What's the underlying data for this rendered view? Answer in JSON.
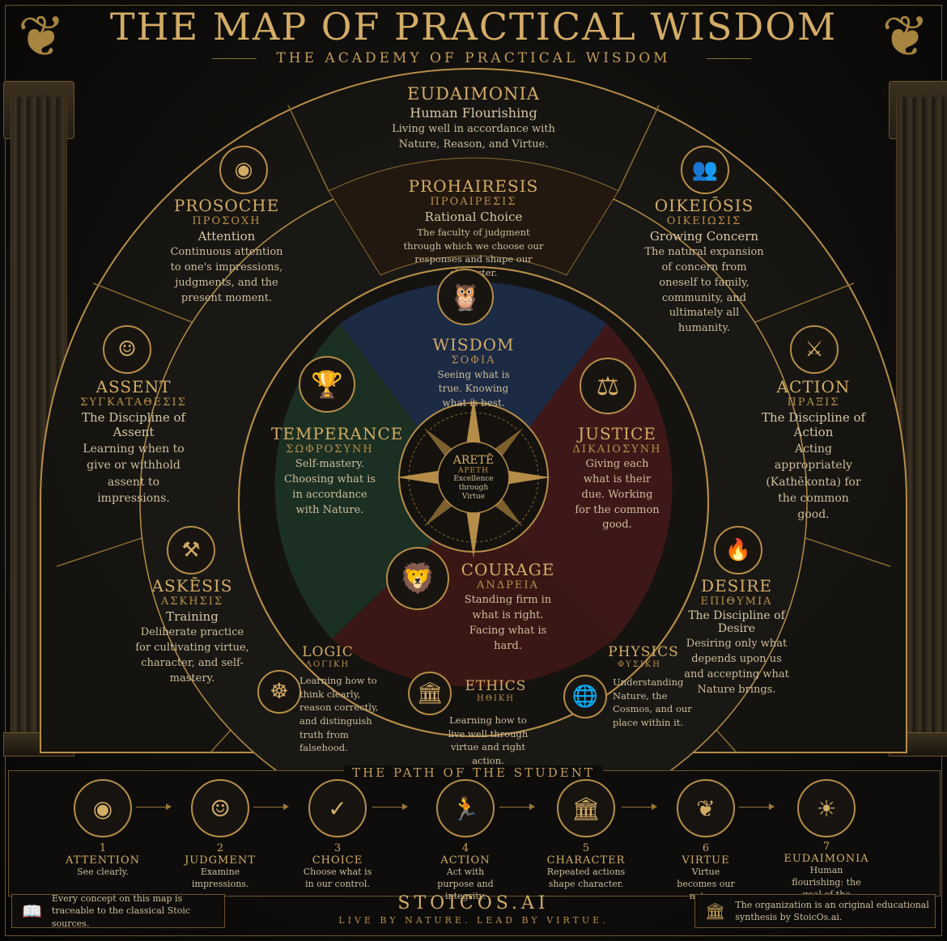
{
  "header": {
    "title": "THE MAP OF PRACTICAL WISDOM",
    "subtitle": "THE ACADEMY OF PRACTICAL WISDOM"
  },
  "center": {
    "title": "ARETĒ",
    "greek": "ΑΡΕΤΗ",
    "desc": "Excellence through Virtue"
  },
  "outer": {
    "eudaimonia": {
      "title": "EUDAIMONIA",
      "sub": "Human Flourishing",
      "desc": "Living well in accordance with Nature, Reason, and Virtue."
    },
    "prosoche": {
      "title": "PROSOCHE",
      "greek": "ΠΡΟΣΟΧΗ",
      "sub": "Attention",
      "desc": "Continuous attention to one's impressions, judgments, and the present moment."
    },
    "oikeiosis": {
      "title": "OIKEIŌSIS",
      "greek": "ΟΙΚΕΙΩΣΙΣ",
      "sub": "Growing Concern",
      "desc": "The natural expansion of concern from oneself to family, community, and ultimately all humanity."
    },
    "assent": {
      "title": "ASSENT",
      "greek": "ΣΥΓΚΑΤΑΘΕΣΙΣ",
      "sub": "The Discipline of Assent",
      "desc": "Learning when to give or withhold assent to impressions."
    },
    "action": {
      "title": "ACTION",
      "greek": "ΠΡΑΞΙΣ",
      "sub": "The Discipline of Action",
      "desc": "Acting appropriately (Kathēkonta) for the common good."
    },
    "askesis": {
      "title": "ASKĒSIS",
      "greek": "ΑΣΚΗΣΙΣ",
      "sub": "Training",
      "desc": "Deliberate practice for cultivating virtue, character, and self-mastery."
    },
    "desire": {
      "title": "DESIRE",
      "greek": "ΕΠΙΘΥΜΙΑ",
      "sub": "The Discipline of Desire",
      "desc": "Desiring only what depends upon us and accepting what Nature brings."
    },
    "logic": {
      "title": "LOGIC",
      "greek": "ΛΟΓΙΚΗ",
      "desc": "Learning how to think clearly, reason correctly, and distinguish truth from falsehood."
    },
    "ethics": {
      "title": "ETHICS",
      "greek": "ΗΘΙΚΗ",
      "desc": "Learning how to live well through virtue and right action."
    },
    "physics": {
      "title": "PHYSICS",
      "greek": "ΦΥΣΙΚΗ",
      "desc": "Understanding Nature, the Cosmos, and our place within it."
    }
  },
  "middle": {
    "prohairesis": {
      "title": "PROHAIRESIS",
      "greek": "ΠΡΟΑΙΡΕΣΙΣ",
      "sub": "Rational Choice",
      "desc": "The faculty of judgment through which we choose our responses and shape our character."
    }
  },
  "virtues": {
    "wisdom": {
      "title": "WISDOM",
      "greek": "ΣΟΦΙΑ",
      "desc": "Seeing what is true. Knowing what is best."
    },
    "temperance": {
      "title": "TEMPERANCE",
      "greek": "ΣΩΦΡΟΣΥΝΗ",
      "desc": "Self-mastery. Choosing what is in accordance with Nature."
    },
    "justice": {
      "title": "JUSTICE",
      "greek": "ΔΙΚΑΙΟΣΥΝΗ",
      "desc": "Giving each what is their due. Working for the common good."
    },
    "courage": {
      "title": "COURAGE",
      "greek": "ΑΝΔΡΕΙΑ",
      "desc": "Standing firm in what is right. Facing what is hard."
    }
  },
  "colors": {
    "gold": "#c9a35c",
    "wisdom": "#1c2a44",
    "temperance": "#1b3022",
    "justice": "#3e1818",
    "courage": "#3a1614"
  },
  "path": {
    "title": "THE PATH OF THE STUDENT",
    "steps": [
      {
        "n": "1",
        "title": "ATTENTION",
        "desc": "See clearly.",
        "icon": "eye-icon"
      },
      {
        "n": "2",
        "title": "JUDGMENT",
        "desc": "Examine impressions.",
        "icon": "head-icon"
      },
      {
        "n": "3",
        "title": "CHOICE",
        "desc": "Choose what is in our control.",
        "icon": "check-icon"
      },
      {
        "n": "4",
        "title": "ACTION",
        "desc": "Act with purpose and integrity.",
        "icon": "runner-icon"
      },
      {
        "n": "5",
        "title": "CHARACTER",
        "desc": "Repeated actions shape character.",
        "icon": "column-icon"
      },
      {
        "n": "6",
        "title": "VIRTUE",
        "desc": "Virtue becomes our nature.",
        "icon": "laurel-icon"
      },
      {
        "n": "7",
        "title": "EUDAIMONIA",
        "desc": "Human flourishing: the goal of the path.",
        "icon": "sun-icon"
      }
    ]
  },
  "footer": {
    "left": "Every concept on this map is traceable to the classical Stoic sources.",
    "brand": "STOICOS.AI",
    "motto": "LIVE BY NATURE. LEAD BY VIRTUE.",
    "right": "The organization is an original educational synthesis by StoicOs.ai."
  }
}
